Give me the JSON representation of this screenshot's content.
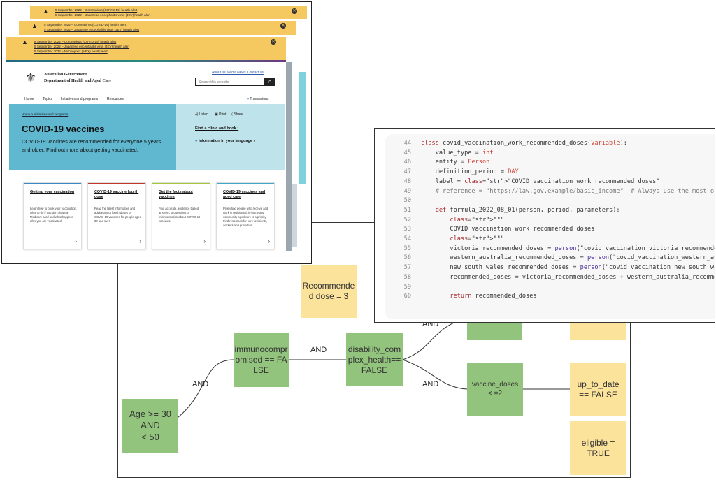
{
  "website": {
    "alerts": [
      {
        "lines": [
          "5 September 2022 – Coronavirus (COVID-19) health alert",
          "5 September 2022 – Japanese encephalitis virus (JEV) health alert"
        ]
      },
      {
        "lines": [
          "5 September 2022 – Coronavirus (COVID-19) health alert",
          "5 September 2022 – Japanese encephalitis virus (JEV) health alert"
        ]
      },
      {
        "lines": [
          "5 September 2022 – Coronavirus (COVID-19) health alert",
          "5 September 2022 – Japanese encephalitis virus (JEV) health alert",
          "5 September 2022 – Monkeypox (MPX) health alert"
        ]
      }
    ],
    "gov_line1": "Australian Government",
    "gov_line2": "Department of Health and Aged Care",
    "top_links": "About us   Media   News   Contact us",
    "search_placeholder": "Search this website",
    "nav": [
      "Home",
      "Topics",
      "Initiatives and programs",
      "Resources"
    ],
    "translations": "Translations",
    "breadcrumb": "Home  >  Initiatives and programs",
    "tools": [
      "Listen",
      "Print",
      "Share"
    ],
    "hero_title": "COVID-19 vaccines",
    "hero_text": "COVID-19 vaccines are recommended for everyone 5 years and older. Find out more about getting vaccinated.",
    "hero_link1": "Find a clinic and book",
    "hero_link2": "Information in your language",
    "cards": [
      {
        "title": "Getting your vaccination",
        "body": "Learn how to book your vaccination, what to do if you don't have a Medicare card and what happens after you are vaccinated.",
        "color": "#3a88c6"
      },
      {
        "title": "COVID-19 vaccine fourth dose",
        "body": "Read the latest information and advice about fourth doses of COVID-19 vaccines for people aged 30 and over.",
        "color": "#c0392b"
      },
      {
        "title": "Get the facts about vaccines",
        "body": "Find accurate, evidence based answers to questions or misinformation about COVID-19 vaccines.",
        "color": "#a3c93a"
      },
      {
        "title": "COVID-19 vaccines and aged care",
        "body": "Protecting people who receive and work in residential, in-home and community aged care is a priority. Find resources for care recipients, workers and providers.",
        "color": "#3fa7c8"
      }
    ]
  },
  "code": {
    "lines": [
      {
        "n": "44",
        "t": "class covid_vaccination_work_recommended_doses(Variable):"
      },
      {
        "n": "45",
        "t": "    value_type = int"
      },
      {
        "n": "46",
        "t": "    entity = Person"
      },
      {
        "n": "47",
        "t": "    definition_period = DAY"
      },
      {
        "n": "48",
        "t": "    label = \"COVID vaccination work recommended doses\""
      },
      {
        "n": "49",
        "t": "    # reference = \"https://law.gov.example/basic_income\"  # Always use the most offi"
      },
      {
        "n": "50",
        "t": ""
      },
      {
        "n": "51",
        "t": "    def formula_2022_08_01(person, period, parameters):"
      },
      {
        "n": "52",
        "t": "        \"\"\""
      },
      {
        "n": "53",
        "t": "        COVID vaccination work recommended doses"
      },
      {
        "n": "54",
        "t": "        \"\"\""
      },
      {
        "n": "55",
        "t": "        victoria_recommended_doses = person(\"covid_vaccination_victoria_recommended_d"
      },
      {
        "n": "56",
        "t": "        western_australia_recommended_doses = person(\"covid_vaccination_western_austr"
      },
      {
        "n": "57",
        "t": "        new_south_wales_recommended_doses = person(\"covid_vaccination_new_south_wales"
      },
      {
        "n": "58",
        "t": "        recommended_doses = victoria_recommended_doses + western_australia_recommende"
      },
      {
        "n": "59",
        "t": ""
      },
      {
        "n": "60",
        "t": "        return recommended_doses"
      }
    ]
  },
  "flowchart": {
    "nodes": {
      "age": "Age >= 30\nAND\n< 50",
      "immuno": "immunocompromised == FALSE",
      "disability": "disability_complex_health== FALSE",
      "vaccine_doses": "vaccine_doses\n< =2",
      "up_to_date": "up_to_date\n== FALSE",
      "eligible": "eligible =\nTRUE",
      "recommended": "Recommended dose = 3"
    },
    "edge_labels": {
      "e1": "AND",
      "e2": "AND",
      "e3": "AND",
      "e4": "AND"
    },
    "colors": {
      "green": "#93c47d",
      "yellow": "#fbe39c"
    }
  }
}
